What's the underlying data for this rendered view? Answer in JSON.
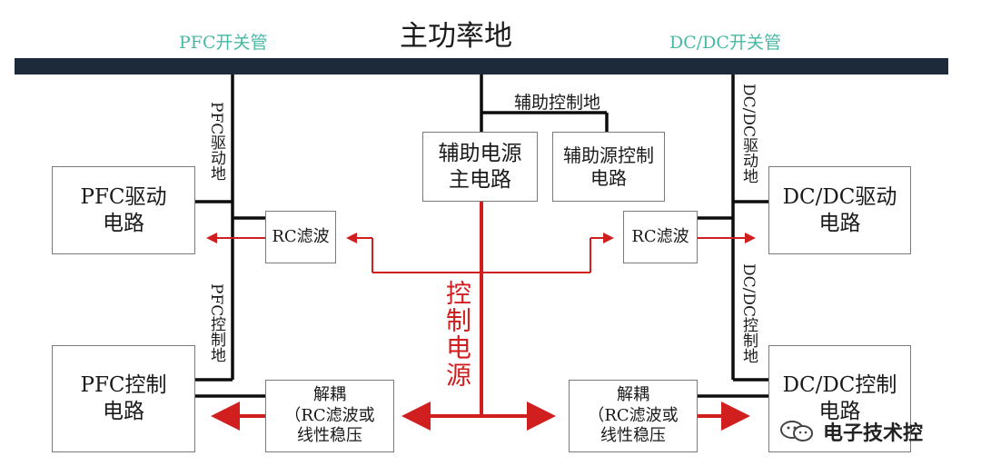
{
  "ground_bus": {
    "label": "主功率地"
  },
  "top_captions": {
    "pfc_switch": "PFC开关管",
    "dcdc_switch": "DC/DC开关管"
  },
  "ground_labels": {
    "aux_control_ground": "辅助控制地",
    "pfc_drive_ground": "PFC驱动地",
    "pfc_control_ground": "PFC控制地",
    "dcdc_drive_ground": "DC/DC驱动地",
    "dcdc_control_ground": "DC/DC控制地"
  },
  "boxes": {
    "aux_main": [
      "辅助电源",
      "主电路"
    ],
    "aux_control": [
      "辅助源控制",
      "电路"
    ],
    "pfc_drive": [
      "PFC驱动",
      "电路"
    ],
    "pfc_control": [
      "PFC控制",
      "电路"
    ],
    "dcdc_drive": [
      "DC/DC驱动",
      "电路"
    ],
    "dcdc_control": [
      "DC/DC控制",
      "电路"
    ],
    "rc_left": [
      "RC滤波"
    ],
    "rc_right": [
      "RC滤波"
    ],
    "decouple_left": [
      "解耦",
      "（RC滤波或",
      "线性稳压"
    ],
    "decouple_right": [
      "解耦",
      "（RC滤波或",
      "线性稳压"
    ]
  },
  "control_power_label": "控制电源",
  "watermark": {
    "text": "电子技术控",
    "icon": "wechat-icon"
  },
  "colors": {
    "ground": "#0d0d0d",
    "bus": "#1c2a3a",
    "power": "#d11f1f",
    "caption": "#48b8a6"
  }
}
